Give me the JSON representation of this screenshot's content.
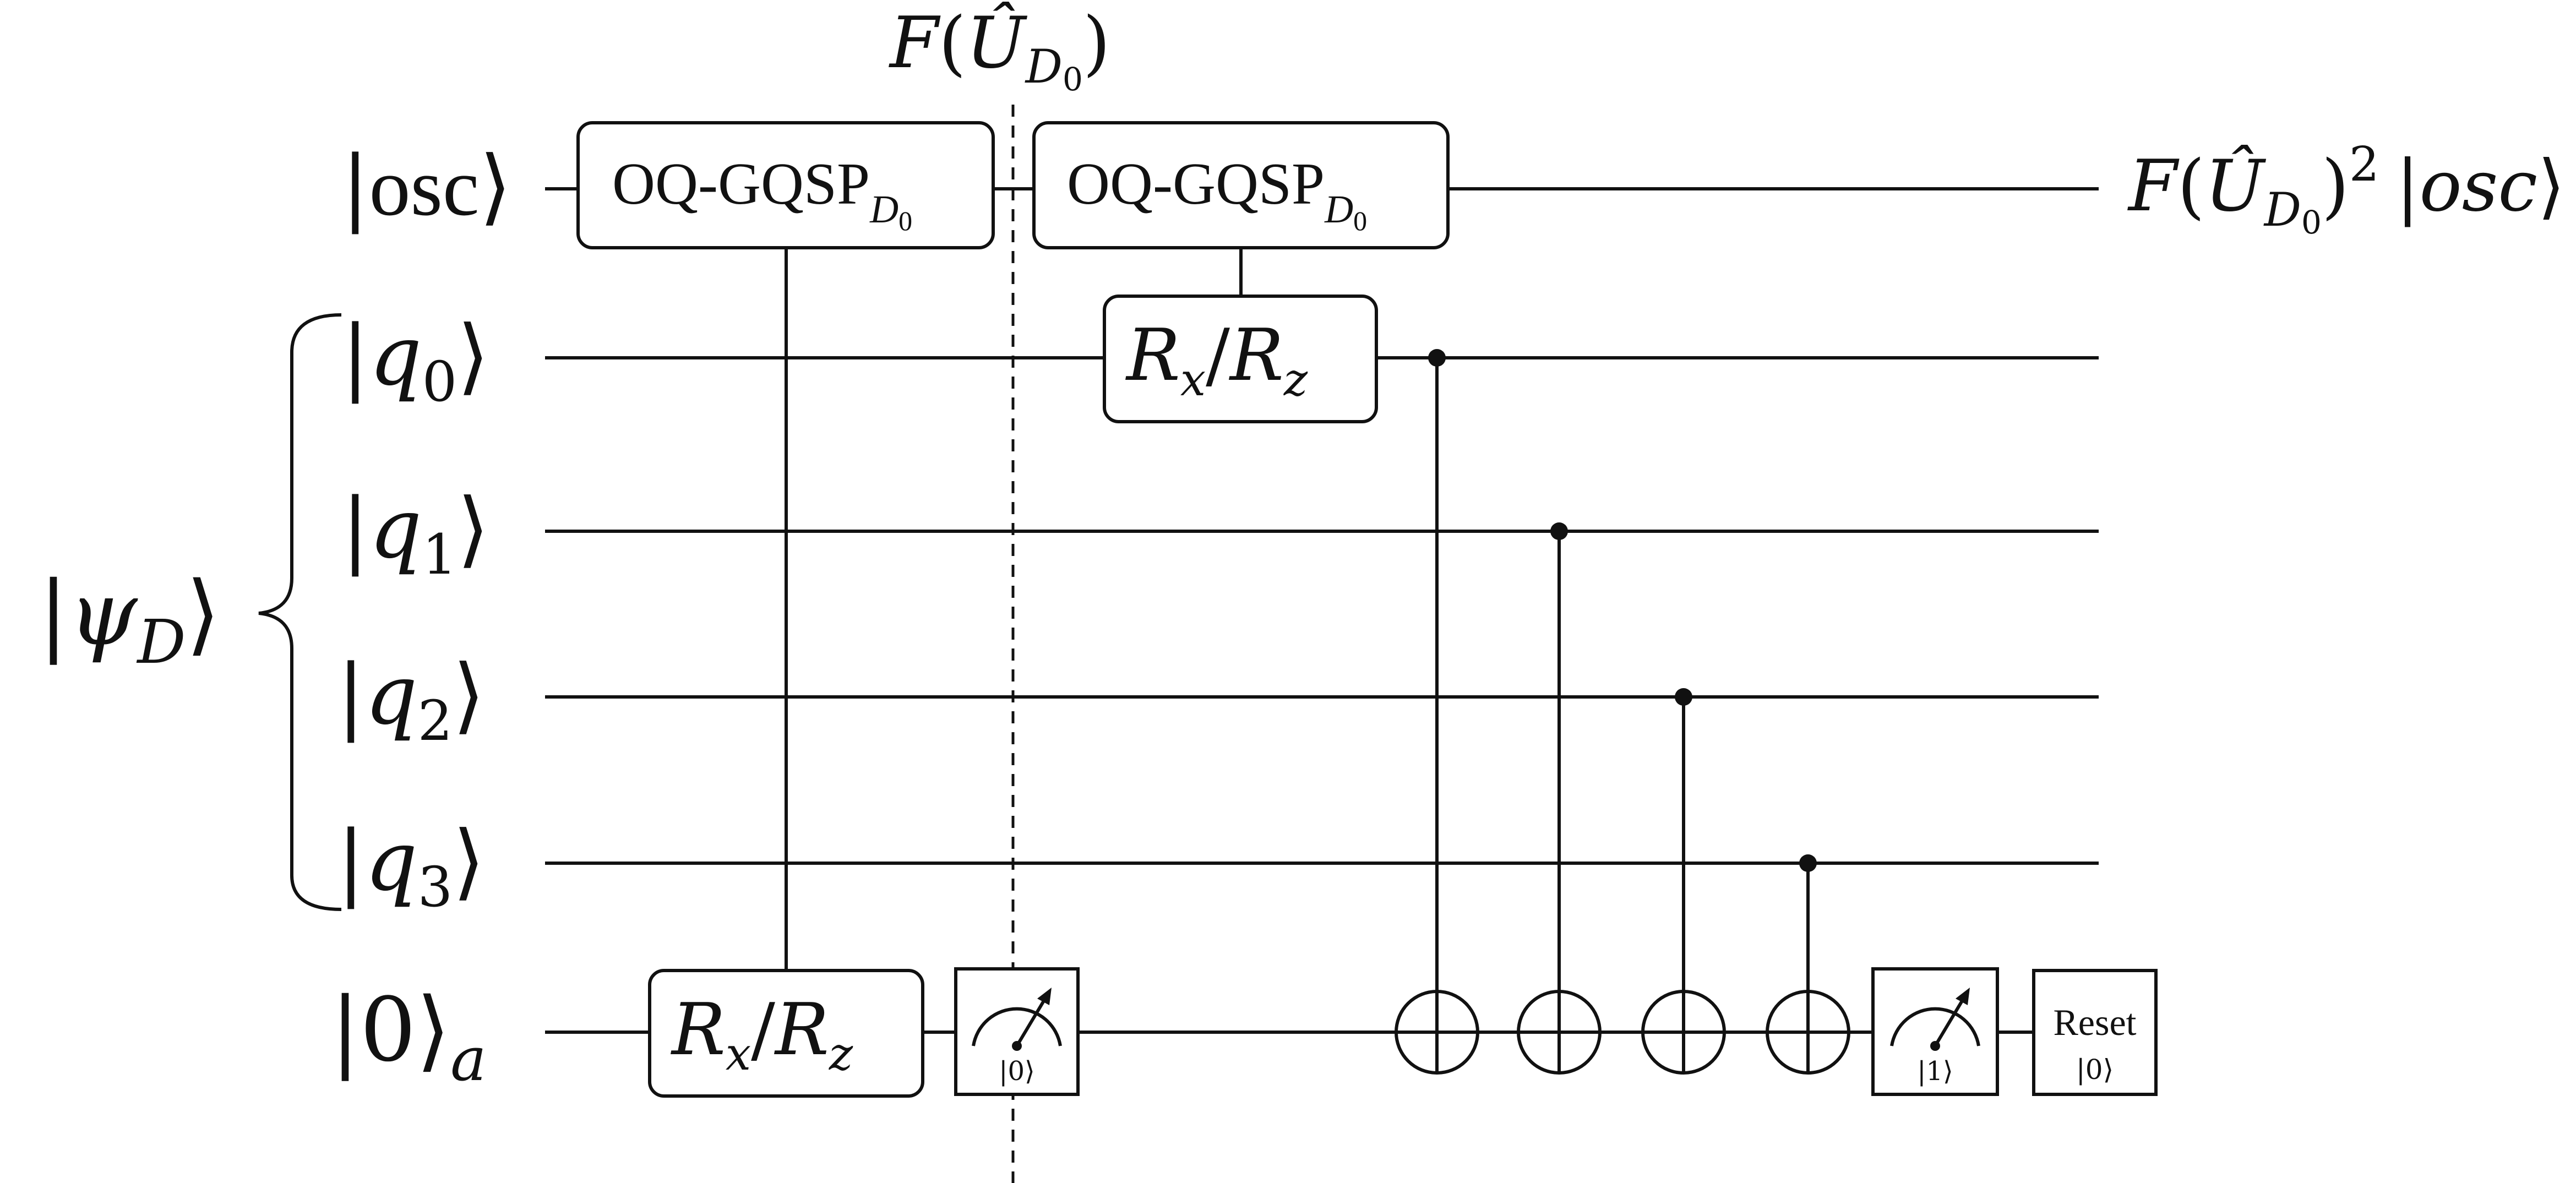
{
  "labels": {
    "osc": {
      "ket": "|",
      "text": "osc",
      "close": "⟩"
    },
    "q0": {
      "ket": "|",
      "var": "q",
      "sub": "0",
      "close": "⟩"
    },
    "q1": {
      "ket": "|",
      "var": "q",
      "sub": "1",
      "close": "⟩"
    },
    "q2": {
      "ket": "|",
      "var": "q",
      "sub": "2",
      "close": "⟩"
    },
    "q3": {
      "ket": "|",
      "var": "q",
      "sub": "3",
      "close": "⟩"
    },
    "ancilla": {
      "ket": "|",
      "text": "0",
      "close": "⟩",
      "sub": "a"
    },
    "psi": {
      "ket": "|",
      "var": "ψ",
      "sub": "D",
      "close": "⟩"
    }
  },
  "top_annotation": {
    "F": "F",
    "U": "Û",
    "sub": "D",
    "subsub": "0",
    "open": "(",
    "close": ")"
  },
  "gates": {
    "oq1": {
      "text": "OQ-GQSP",
      "sub": "D",
      "subsub": "0"
    },
    "oq2": {
      "text": "OQ-GQSP",
      "sub": "D",
      "subsub": "0"
    },
    "r_top": {
      "a": "R",
      "a_sub": "x",
      "slash": "/",
      "b": "R",
      "b_sub": "z"
    },
    "r_bottom": {
      "a": "R",
      "a_sub": "x",
      "slash": "/",
      "b": "R",
      "b_sub": "z"
    },
    "measure1": {
      "label": "|0⟩"
    },
    "measure2": {
      "label": "|1⟩"
    },
    "reset": {
      "title": "Reset",
      "label": "|0⟩"
    }
  },
  "output": {
    "F": "F",
    "U": "Û",
    "sub": "D",
    "subsub": "0",
    "pow": "2",
    "ket": "|",
    "var": "osc",
    "close": "⟩",
    "open": "(",
    "paren_close": ")"
  },
  "colors": {
    "ink": "#111111",
    "background": "#ffffff"
  }
}
